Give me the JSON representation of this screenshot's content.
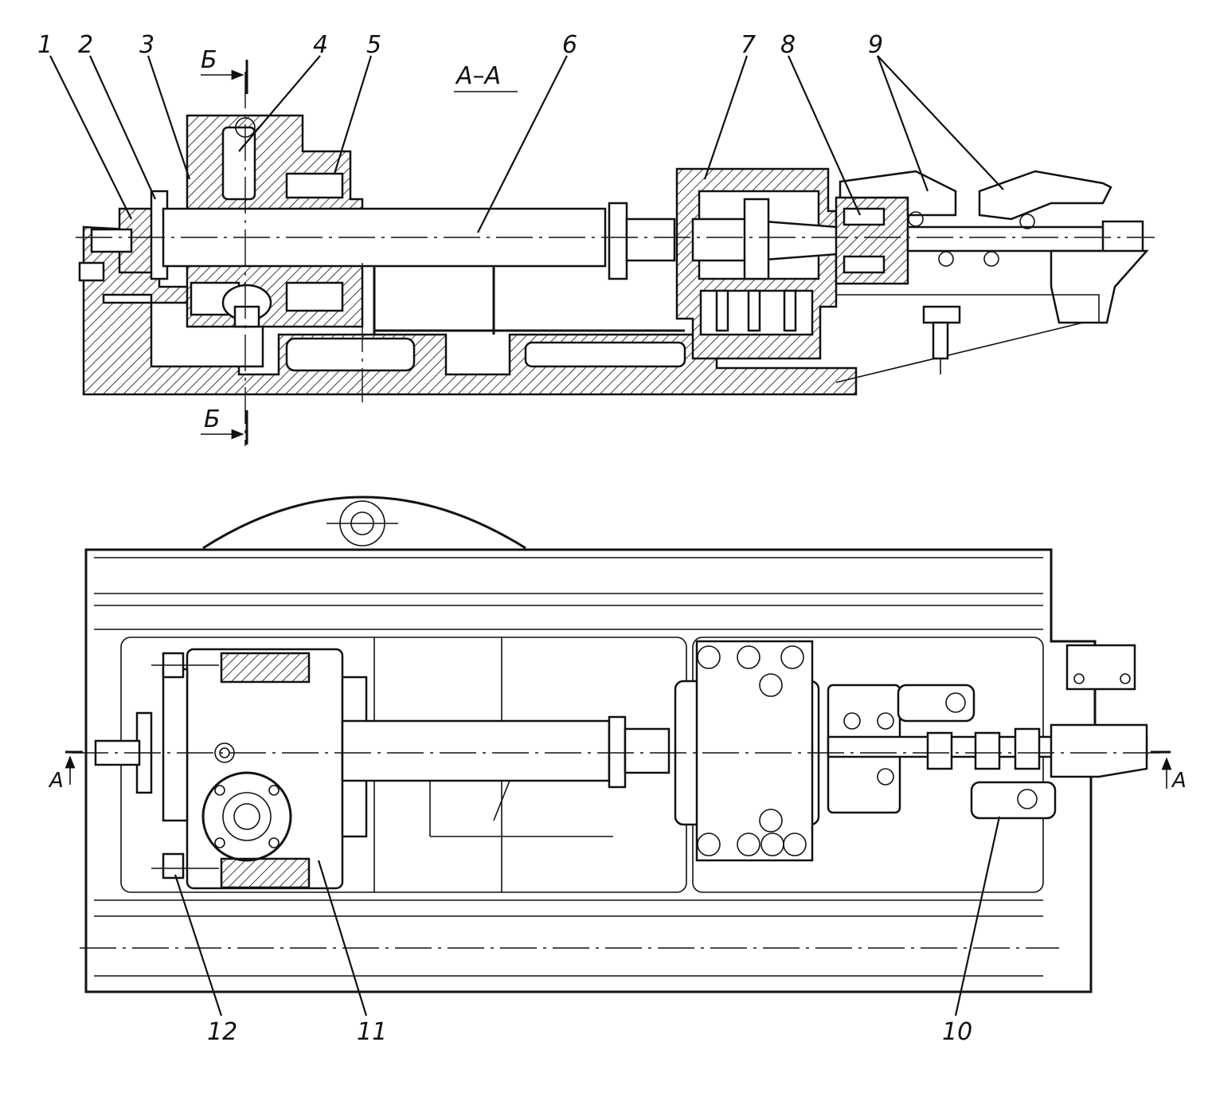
{
  "section_title": "А–А",
  "section_marks": {
    "top": "Б",
    "bottom": "Б"
  },
  "view_marks": {
    "left": "А",
    "right": "А"
  },
  "callouts": {
    "c1": "1",
    "c2": "2",
    "c3": "3",
    "c4": "4",
    "c5": "5",
    "c6": "6",
    "c7": "7",
    "c8": "8",
    "c9": "9",
    "c10": "10",
    "c11": "11",
    "c12": "12"
  }
}
